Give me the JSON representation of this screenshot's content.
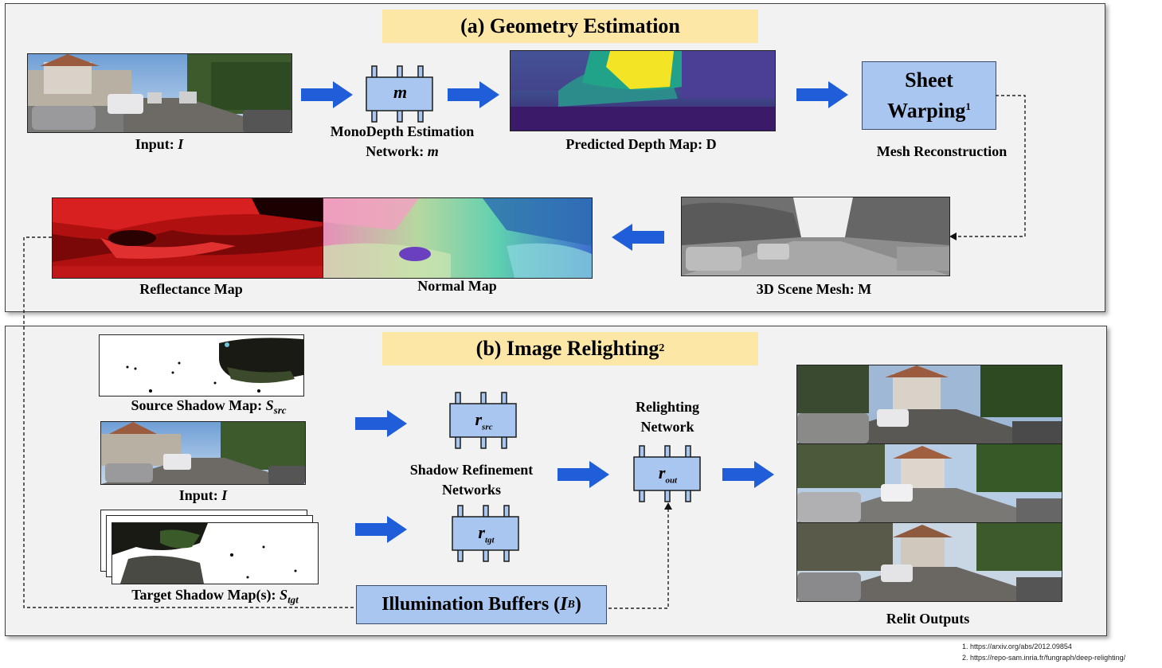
{
  "panel_a": {
    "title": "(a) Geometry Estimation",
    "input_label": "Input: ",
    "input_symbol": "I",
    "net_symbol": "m",
    "net_label_line1": "MonoDepth Estimation",
    "net_label_line2": "Network: ",
    "net_label_symbol": "m",
    "depth_label": "Predicted Depth Map: D",
    "sheet_line1": "Sheet",
    "sheet_line2": "Warping",
    "sheet_sup": "1",
    "mesh_recon_label": "Mesh Reconstruction",
    "reflectance_label": "Reflectance Map",
    "normal_label": "Normal Map",
    "mesh_label": "3D Scene Mesh: M"
  },
  "panel_b": {
    "title": "(b) Image Relighting",
    "title_sup": "2",
    "src_shadow_label": "Source Shadow Map: ",
    "src_shadow_symbol": "S",
    "src_shadow_sub": "src",
    "input_label": "Input: ",
    "input_symbol": "I",
    "tgt_shadow_label": "Target Shadow Map(s): ",
    "tgt_shadow_symbol": "S",
    "tgt_shadow_sub": "tgt",
    "r_src_symbol": "r",
    "r_src_sub": "src",
    "r_tgt_symbol": "r",
    "r_tgt_sub": "tgt",
    "refine_line1": "Shadow Refinement",
    "refine_line2": "Networks",
    "relight_line1": "Relighting",
    "relight_line2": "Network",
    "r_out_symbol": "r",
    "r_out_sub": "out",
    "illum_label": "Illumination Buffers (",
    "illum_symbol": "I",
    "illum_sub": "B",
    "illum_close": ")",
    "relit_label": "Relit Outputs"
  },
  "footnotes": [
    "1. https://arxiv.org/abs/2012.09854",
    "2. https://repo-sam.inria.fr/fungraph/deep-relighting/"
  ],
  "colors": {
    "arrow_blue": "#1f5ed8",
    "net_fill": "#a9c6f0",
    "banner": "#fde7a6"
  }
}
